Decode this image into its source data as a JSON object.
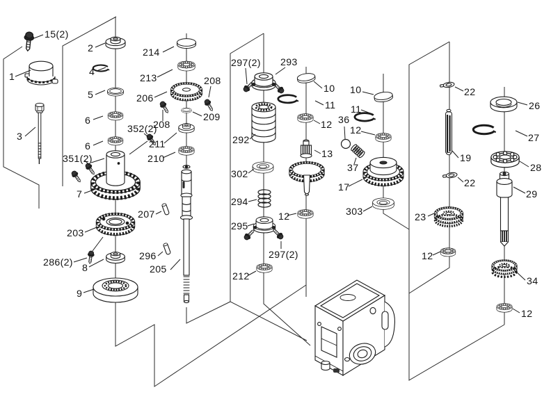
{
  "diagram": {
    "kind": "exploded-parts-diagram",
    "background_color": "#ffffff",
    "line_color": "#1a1a1a",
    "text_color": "#141414"
  },
  "part_labels": [
    "15(2)",
    "1",
    "3",
    "2",
    "4",
    "5",
    "6",
    "6",
    "352(2)",
    "351(2)",
    "7",
    "214",
    "213",
    "206",
    "208",
    "208",
    "209",
    "211",
    "210",
    "203",
    "286(2)",
    "8",
    "9",
    "207",
    "296",
    "205",
    "297(2)",
    "293",
    "292",
    "302",
    "294",
    "295",
    "297(2)",
    "212",
    "10",
    "11",
    "12",
    "13",
    "12",
    "10",
    "11",
    "36",
    "12",
    "37",
    "17",
    "303",
    "22",
    "19",
    "22",
    "23",
    "12",
    "26",
    "27",
    "28",
    "29",
    "34",
    "12"
  ]
}
